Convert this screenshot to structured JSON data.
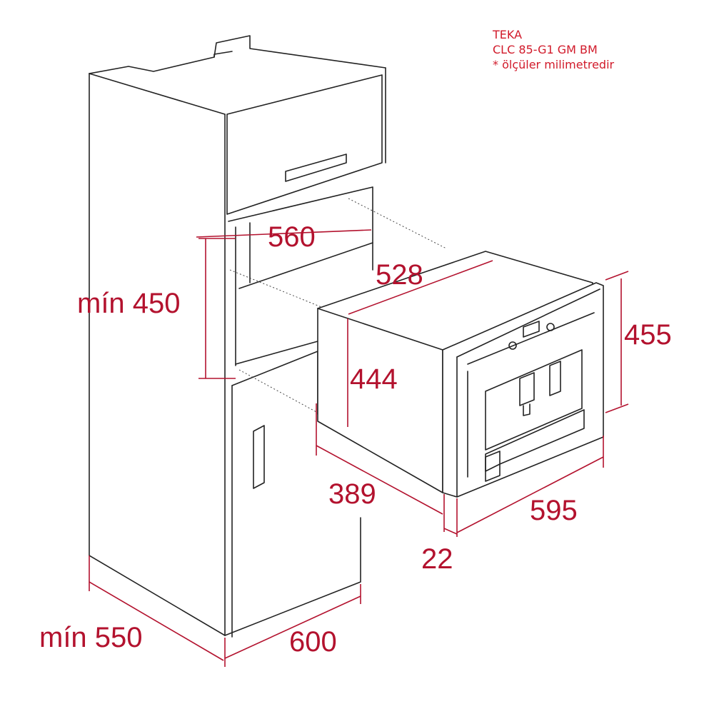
{
  "note": {
    "brand": "TEKA",
    "model": "CLC 85-G1 GM BM",
    "unit_note": "* ölçüler milimetredir"
  },
  "dimensions": {
    "niche_width": "560",
    "appliance_depth_top": "528",
    "niche_height": "mín 450",
    "appliance_height": "455",
    "body_height": "444",
    "body_depth": "389",
    "appliance_width": "595",
    "front_thickness": "22",
    "cabinet_depth": "mín 550",
    "cabinet_width": "600"
  },
  "colors": {
    "dimension": "#b3122e",
    "note": "#d11a2a",
    "outline": "#222222"
  }
}
